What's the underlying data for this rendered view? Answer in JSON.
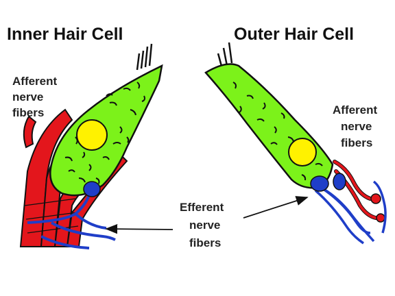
{
  "titles": {
    "inner": "Inner Hair Cell",
    "outer": "Outer Hair Cell"
  },
  "labels": {
    "afferent_inner": [
      "Afferent",
      "nerve",
      "fibers"
    ],
    "afferent_outer": [
      "Afferent",
      "nerve",
      "fibers"
    ],
    "efferent": [
      "Efferent",
      "nerve",
      "fibers"
    ]
  },
  "colors": {
    "cell_body": "#7cf21a",
    "nucleus": "#fff200",
    "afferent": "#e3161c",
    "efferent": "#1f3ec8",
    "outline": "#111111",
    "background": "#ffffff"
  }
}
